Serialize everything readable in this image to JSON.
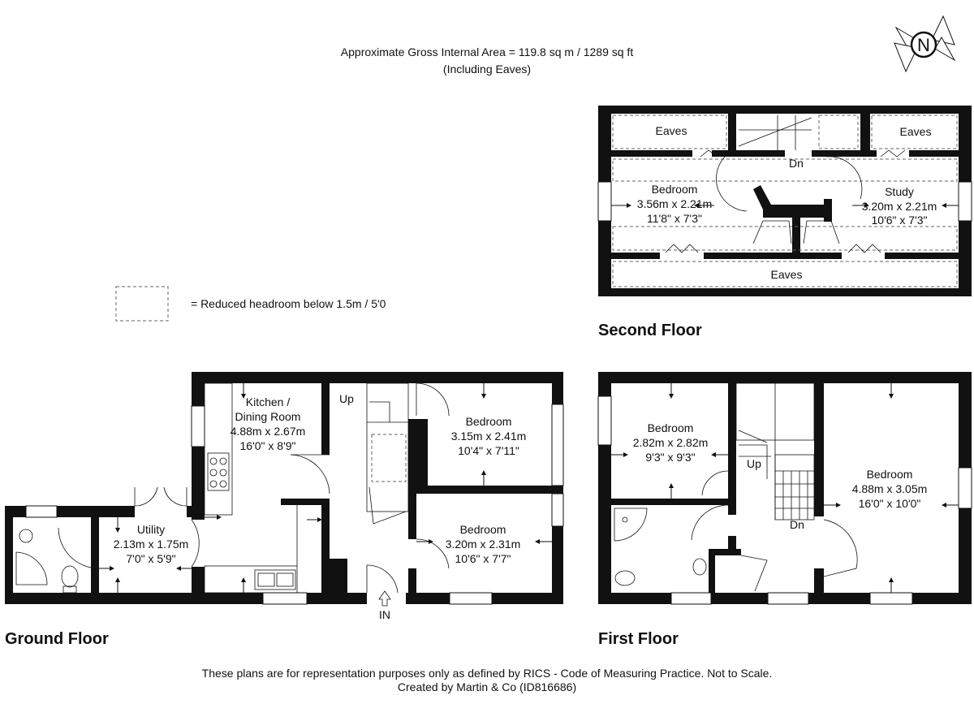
{
  "header": {
    "area_line": "Approximate Gross Internal Area = 119.8 sq m / 1289 sq ft",
    "eaves_line": "(Including Eaves)"
  },
  "compass": {
    "letter": "N"
  },
  "legend": {
    "text": "= Reduced headroom below 1.5m / 5'0"
  },
  "floors": {
    "ground": {
      "title": "Ground Floor",
      "entrance": "IN",
      "stair": "Up",
      "kitchen": {
        "name1": "Kitchen /",
        "name2": "Dining Room",
        "metric": "4.88m x 2.67m",
        "imperial": "16'0\" x 8'9\""
      },
      "bedroom_a": {
        "name": "Bedroom",
        "metric": "3.15m x 2.41m",
        "imperial": "10'4\" x 7'11\""
      },
      "bedroom_b": {
        "name": "Bedroom",
        "metric": "3.20m x 2.31m",
        "imperial": "10'6\" x 7'7\""
      },
      "utility": {
        "name": "Utility",
        "metric": "2.13m x 1.75m",
        "imperial": "7'0\" x 5'9\""
      }
    },
    "first": {
      "title": "First Floor",
      "stair_up": "Up",
      "stair_dn": "Dn",
      "bedroom_a": {
        "name": "Bedroom",
        "metric": "2.82m x 2.82m",
        "imperial": "9'3\" x 9'3\""
      },
      "bedroom_b": {
        "name": "Bedroom",
        "metric": "4.88m x 3.05m",
        "imperial": "16'0\" x 10'0\""
      }
    },
    "second": {
      "title": "Second Floor",
      "stair_dn": "Dn",
      "eaves_1": "Eaves",
      "eaves_2": "Eaves",
      "eaves_3": "Eaves",
      "bedroom": {
        "name": "Bedroom",
        "metric": "3.56m x 2.21m",
        "imperial": "11'8\" x 7'3\""
      },
      "study": {
        "name": "Study",
        "metric": "3.20m x 2.21m",
        "imperial": "10'6\" x 7'3\""
      }
    }
  },
  "footer": {
    "disclaimer": "These plans are for representation purposes only as defined by RICS - Code of Measuring Practice. Not to Scale.",
    "credit": "Created by Martin & Co (ID816686)"
  }
}
